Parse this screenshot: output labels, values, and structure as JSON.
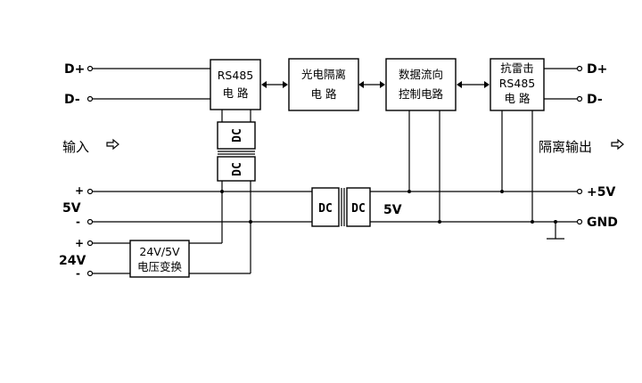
{
  "left_labels": {
    "d_plus": "D+",
    "d_minus": "D-",
    "input": "输入",
    "plus_5v": "+",
    "v5": "5V",
    "minus_5v": "-",
    "plus_24v": "+",
    "v24": "24V",
    "minus_24v": "-"
  },
  "blocks": {
    "rs485_in": {
      "line1": "RS485",
      "line2": "电 路"
    },
    "opto": {
      "line1": "光电隔离",
      "line2": "电 路"
    },
    "flow": {
      "line1": "数据流向",
      "line2": "控制电路"
    },
    "lightning": {
      "line1": "抗雷击",
      "line2": "RS485",
      "line3": "电 路"
    },
    "dc1": "DC",
    "dc2": "DC",
    "dc3": "DC",
    "dc4": "DC",
    "converter": {
      "line1": "24V/5V",
      "line2": "电压变换"
    },
    "iso_5v": "5V"
  },
  "right_labels": {
    "d_plus": "D+",
    "d_minus": "D-",
    "output": "隔离输出",
    "plus_5v": "+5V",
    "gnd": "GND"
  },
  "colors": {
    "line": "#000000",
    "background": "#ffffff"
  }
}
